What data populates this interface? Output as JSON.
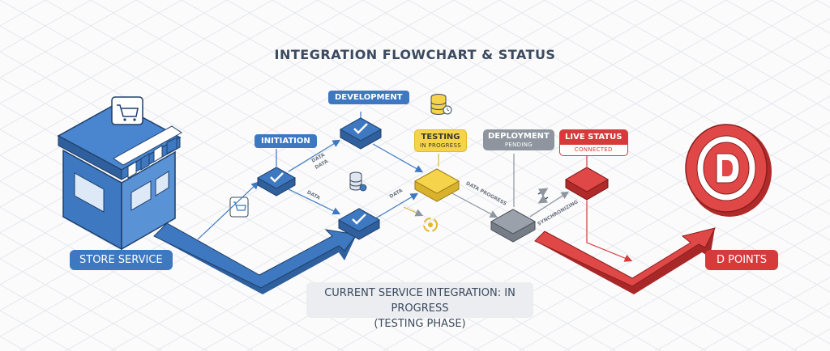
{
  "title": "INTEGRATION FLOWCHART & STATUS",
  "nodes": {
    "store_service": "STORE SERVICE",
    "initiation": "INITIATION",
    "development": "DEVELOPMENT",
    "testing": {
      "label": "TESTING",
      "status": "IN PROGRESS"
    },
    "deployment": {
      "label": "DEPLOYMENT",
      "status": "PENDING"
    },
    "live_status": {
      "label": "LIVE STATUS",
      "status": "CONNECTED"
    },
    "d_points": "D POINTS"
  },
  "edge_labels": {
    "data_1": "DATA",
    "data_2": "DATA",
    "data_3": "DATA",
    "data_4": "DATA",
    "data_progress": "DATA PROGRESS",
    "synchronizing": "SYNCHRONIZING"
  },
  "banner": {
    "line1": "CURRENT SERVICE INTEGRATION: IN PROGRESS",
    "line2": "(TESTING PHASE)"
  },
  "colors": {
    "blue": "#3d78c0",
    "yellow": "#f5d34a",
    "grey": "#8e959f",
    "red": "#d63a3a"
  },
  "icons": [
    "store-icon",
    "cart-icon",
    "check-icon",
    "database-icon",
    "clock-icon",
    "gear-icon",
    "sync-icon",
    "d-points-logo"
  ]
}
